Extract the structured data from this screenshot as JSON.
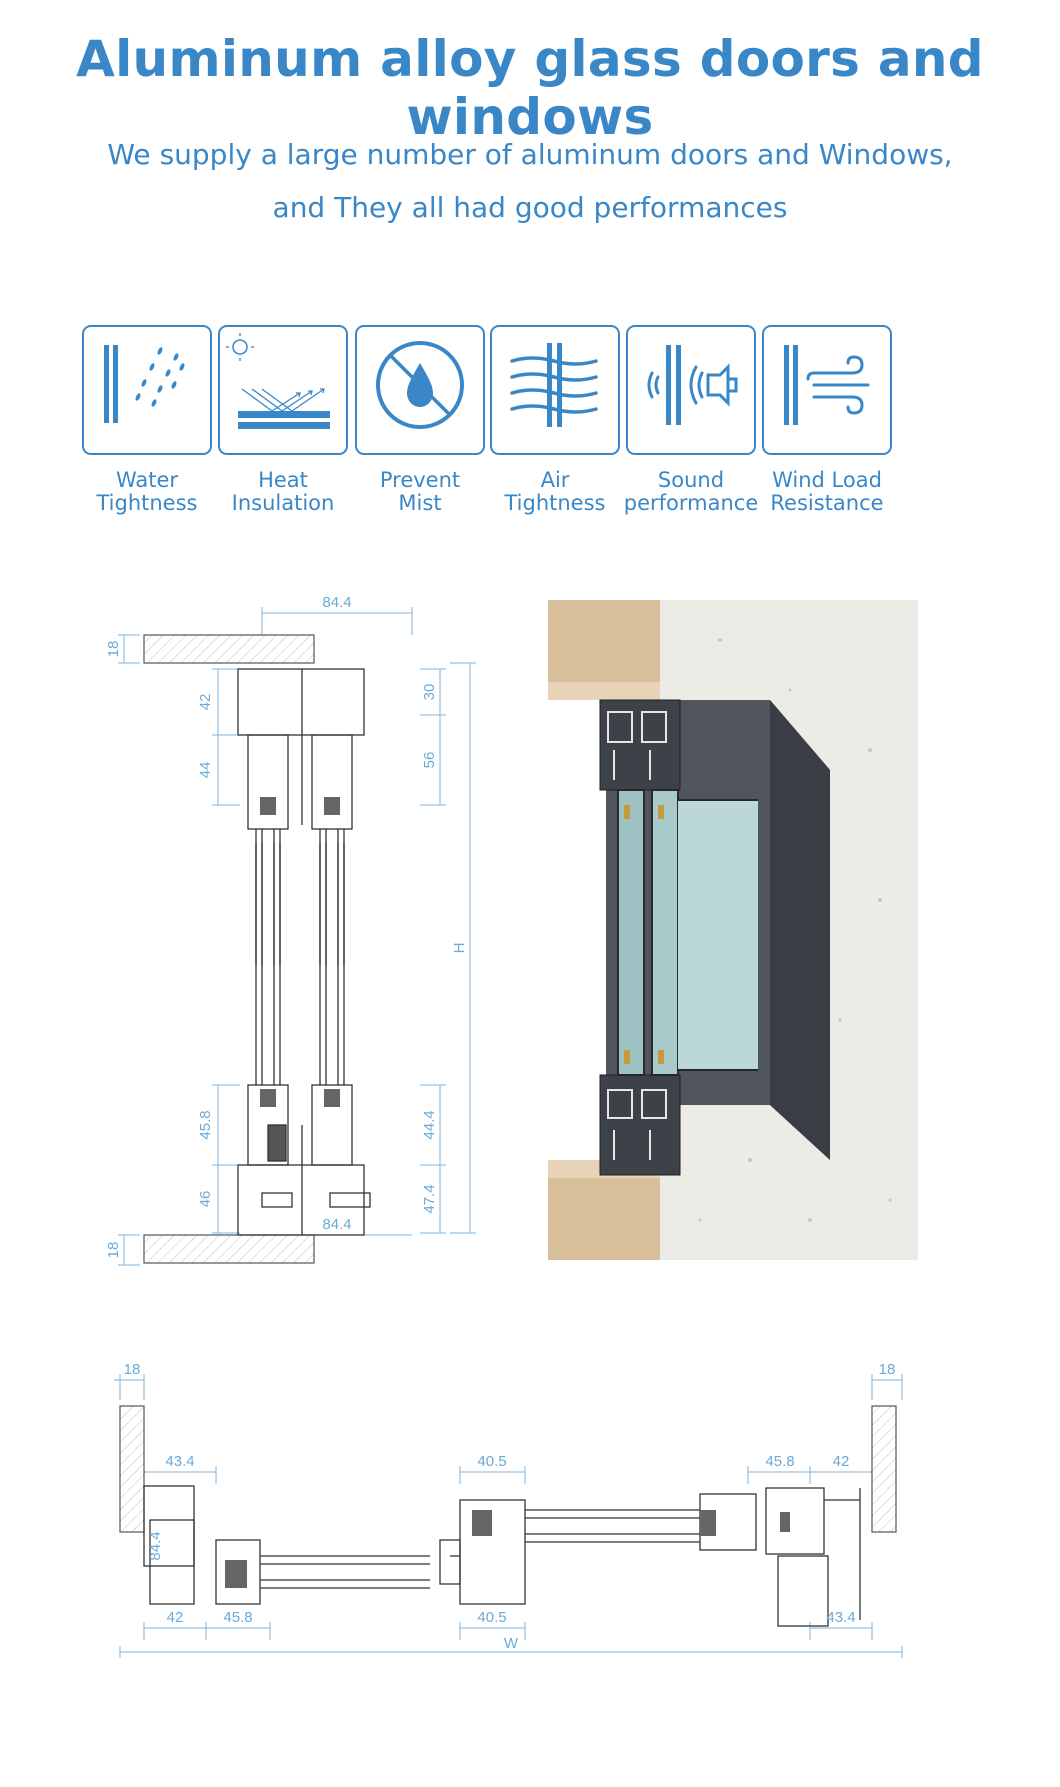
{
  "header": {
    "title": "Aluminum alloy glass doors and windows",
    "subtitle_line1": "We supply a large number of aluminum doors and Windows,",
    "subtitle_line2": "and They all had good performances"
  },
  "features": [
    {
      "icon": "water-tightness-icon",
      "line1": "Water",
      "line2": "Tightness"
    },
    {
      "icon": "heat-insulation-icon",
      "line1": "Heat",
      "line2": "Insulation"
    },
    {
      "icon": "prevent-mist-icon",
      "line1": "Prevent",
      "line2": "Mist"
    },
    {
      "icon": "air-tightness-icon",
      "line1": "Air",
      "line2": "Tightness"
    },
    {
      "icon": "sound-performance-icon",
      "line1": "Sound",
      "line2": "performance"
    },
    {
      "icon": "wind-load-icon",
      "line1": "Wind Load",
      "line2": "Resistance"
    }
  ],
  "vertical_section": {
    "top_width": "84.4",
    "wall_top": "18",
    "dim_42": "42",
    "dim_44": "44",
    "dim_30": "30",
    "dim_56": "56",
    "height": "H",
    "dim_45_8": "45.8",
    "dim_44_4": "44.4",
    "dim_46": "46",
    "dim_47_4": "47.4",
    "bottom_width": "84.4",
    "wall_bottom": "18"
  },
  "horizontal_section": {
    "wall_left": "18",
    "wall_right": "18",
    "left_top": "43.4",
    "center_top": "40.5",
    "right_top_a": "45.8",
    "right_top_b": "42",
    "left_vertical": "84.4",
    "left_bottom_a": "42",
    "left_bottom_b": "45.8",
    "center_bottom": "40.5",
    "right_bottom": "43.4",
    "overall_width": "W"
  },
  "colors": {
    "accent": "#3a87c8",
    "dimension": "#6aaad8",
    "profile": "#3d4148",
    "wood": "#d8bf9c",
    "wall": "#ecebe6"
  }
}
